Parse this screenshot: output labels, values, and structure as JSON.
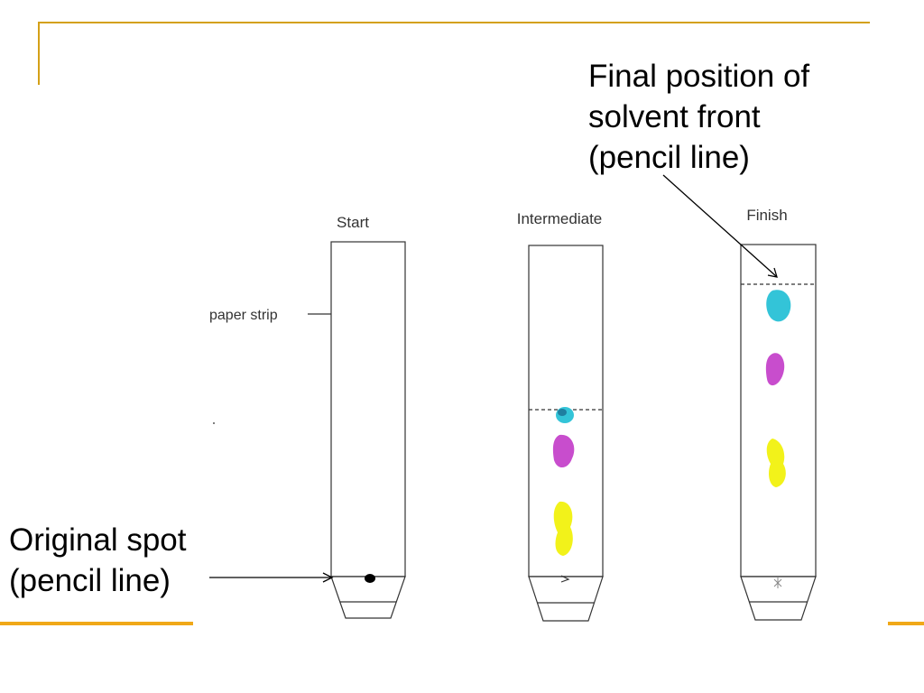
{
  "slide": {
    "accent_color": "#d4a017",
    "rule_color": "#f0a818"
  },
  "callouts": {
    "solvent_front": "Final position of\nsolvent front\n(pencil line)",
    "original_spot": "Original spot\n(pencil line)"
  },
  "diagram": {
    "strip_labels": {
      "start": "Start",
      "intermediate": "Intermediate",
      "finish": "Finish"
    },
    "paper_strip_label": "paper strip",
    "spot_colors": {
      "cyan": "#33c4d8",
      "magenta": "#c23ac8",
      "yellow": "#f2f21a",
      "origin": "#000000"
    }
  }
}
